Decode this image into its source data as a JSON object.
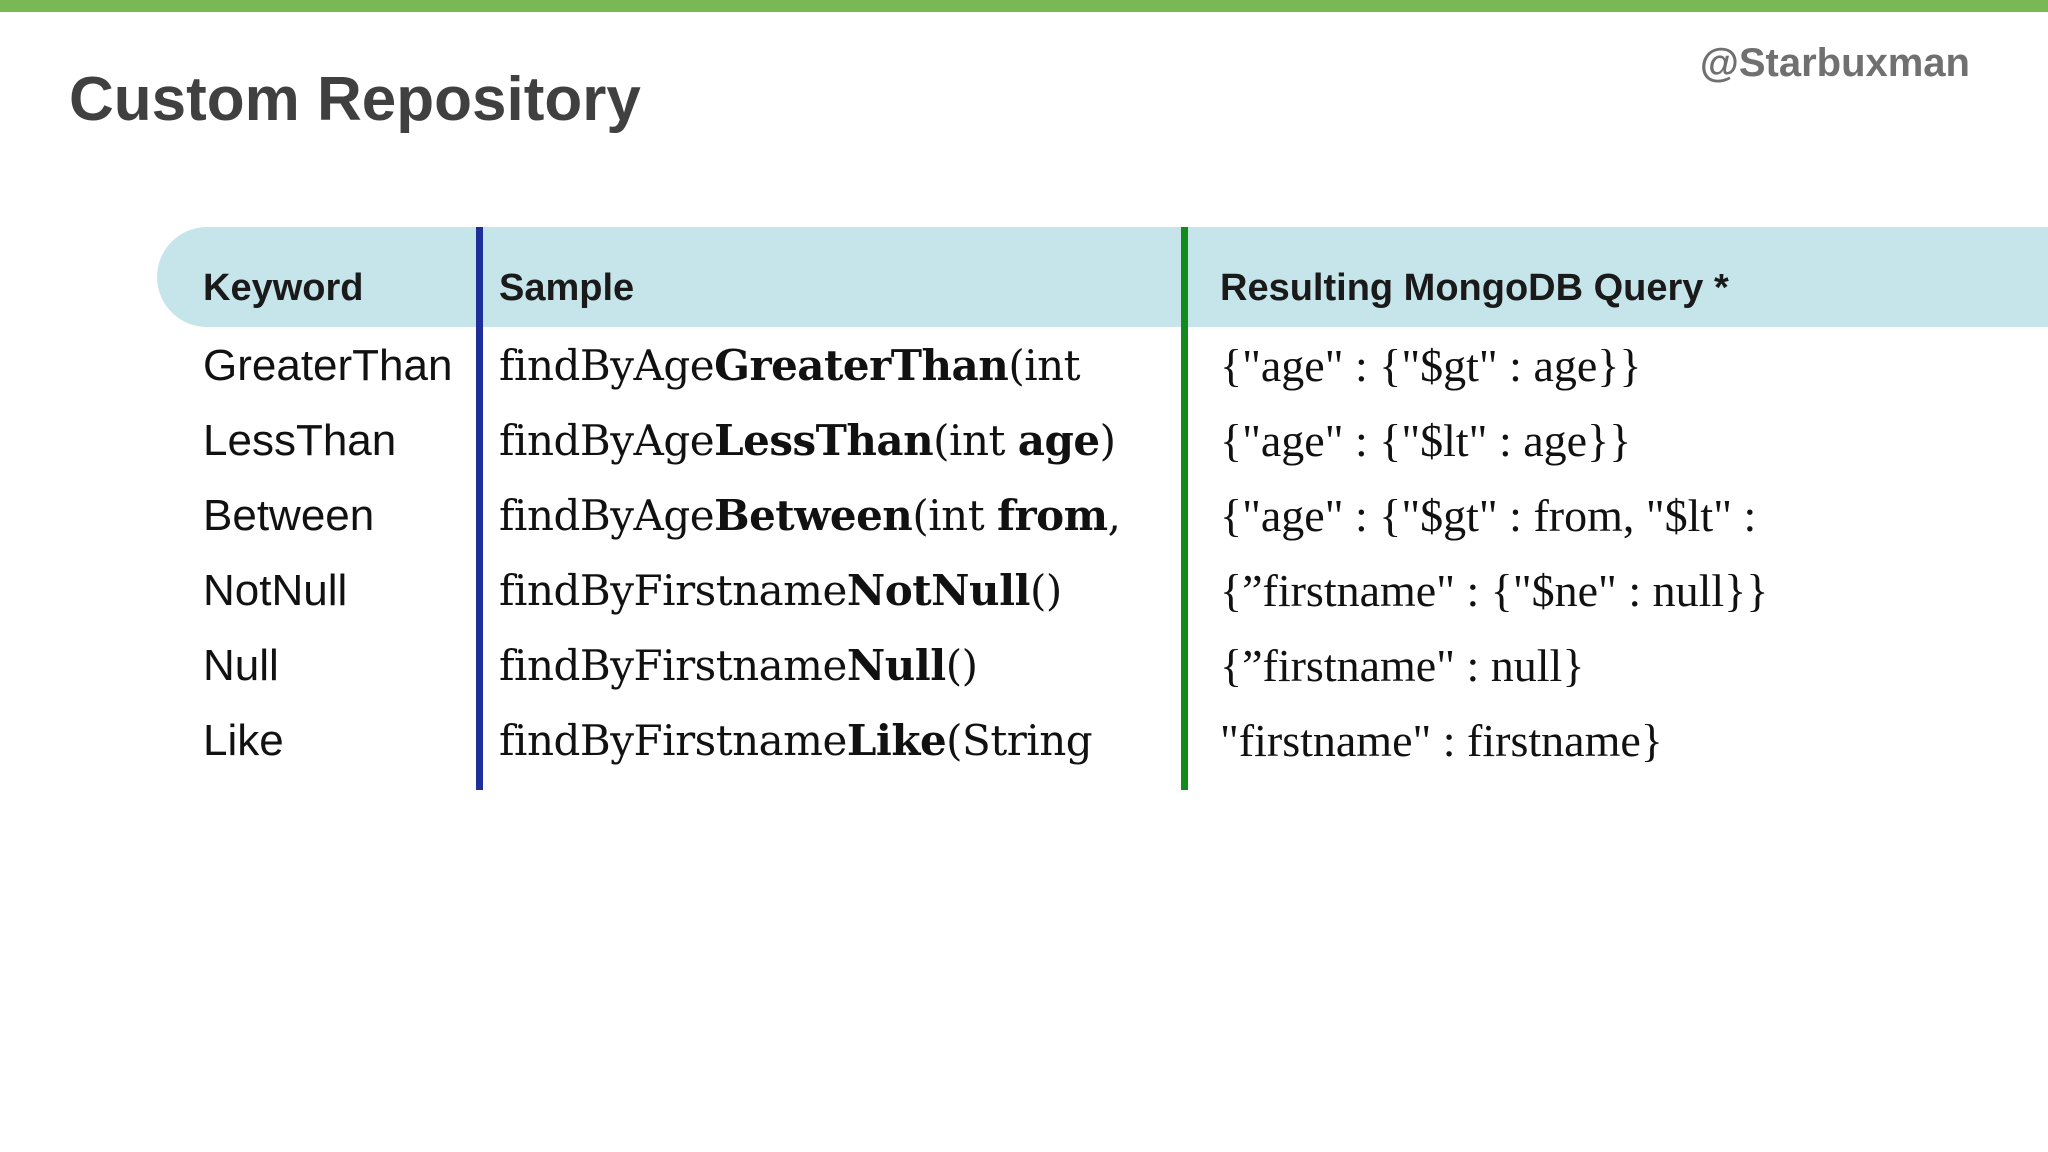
{
  "colors": {
    "top_bar": "#7ab856",
    "header_band": "#c6e5ea",
    "divider_left": "#1f2f9a",
    "divider_right": "#138a1c"
  },
  "slide": {
    "title": "Custom Repository",
    "handle": "@Starbuxman"
  },
  "table": {
    "headers": {
      "keyword": "Keyword",
      "sample": "Sample",
      "query": "Resulting MongoDB Query *"
    },
    "rows": [
      {
        "keyword": "GreaterThan",
        "sample_prefix": "findByAge",
        "sample_keyword": "GreaterThan",
        "sample_suffix_plain": "(int",
        "sample_suffix_bold": "",
        "sample_tail": "",
        "query": "{\"age\" : {\"$gt\" : age}}"
      },
      {
        "keyword": "LessThan",
        "sample_prefix": "findByAge",
        "sample_keyword": "LessThan",
        "sample_suffix_plain": "(int ",
        "sample_suffix_bold": "age",
        "sample_tail": ")",
        "query": "{\"age\" : {\"$lt\" : age}}"
      },
      {
        "keyword": "Between",
        "sample_prefix": "findByAge",
        "sample_keyword": "Between",
        "sample_suffix_plain": "(int ",
        "sample_suffix_bold": "from",
        "sample_tail": ",",
        "query": "{\"age\" : {\"$gt\" : from, \"$lt\" :"
      },
      {
        "keyword": "NotNull",
        "sample_prefix": "findByFirstname",
        "sample_keyword": "NotNull",
        "sample_suffix_plain": "()",
        "sample_suffix_bold": "",
        "sample_tail": "",
        "query": "{”firstname\" : {\"$ne\" : null}}"
      },
      {
        "keyword": "Null",
        "sample_prefix": "findByFirstname",
        "sample_keyword": "Null",
        "sample_suffix_plain": "()",
        "sample_suffix_bold": "",
        "sample_tail": "",
        "query": "{”firstname\" : null}"
      },
      {
        "keyword": "Like",
        "sample_prefix": "findByFirstname",
        "sample_keyword": "Like",
        "sample_suffix_plain": "(String",
        "sample_suffix_bold": "",
        "sample_tail": "",
        "query": "\"firstname\" : firstname}"
      }
    ]
  }
}
